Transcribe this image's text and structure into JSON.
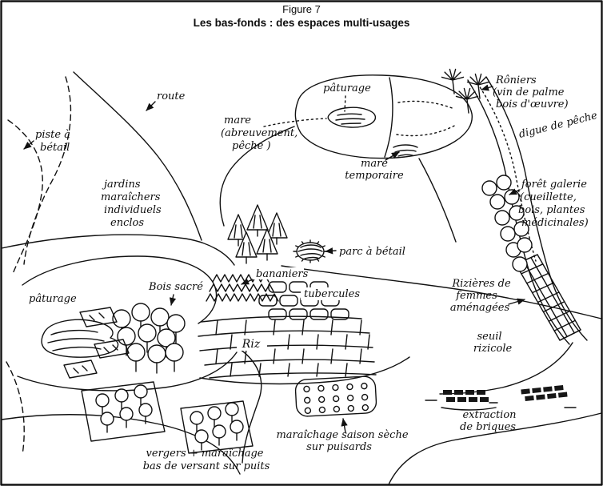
{
  "figure": {
    "title": "Figure 7",
    "subtitle": "Les bas-fonds : des espaces multi-usages"
  },
  "labels": {
    "route": "route",
    "piste_betail": [
      "piste à",
      "bétail"
    ],
    "jardins": [
      "jardins",
      "maraîchers",
      "individuels",
      "enclos"
    ],
    "mare_abreuvement": [
      "mare",
      "(abreuvement,",
      "pêche )"
    ],
    "paturage_haut": "pâturage",
    "mare_temporaire": [
      "mare",
      "temporaire"
    ],
    "roniers": [
      "Rôniers",
      "(vin de palme",
      "bois d'œuvre)"
    ],
    "digue": "digue de pêche",
    "foret_galerie": [
      "forêt galerie",
      "(cueillette,",
      "bois, plantes",
      "médicinales)"
    ],
    "parc_betail": "parc à bétail",
    "bananiers": "bananiers",
    "tubercules": "tubercules",
    "bois_sacre": "Bois sacré",
    "paturage_gauche": "pâturage",
    "riz": "Riz",
    "rizieres": [
      "Rizières de",
      "femmes",
      "aménagées"
    ],
    "seuil": [
      "seuil",
      "rizicole"
    ],
    "extraction": [
      "extraction",
      "de briques"
    ],
    "maraichage": [
      "maraîchage saison sèche",
      "sur puisards"
    ],
    "vergers": [
      "vergers + maraîchage",
      "bas de versant sur puits"
    ]
  }
}
